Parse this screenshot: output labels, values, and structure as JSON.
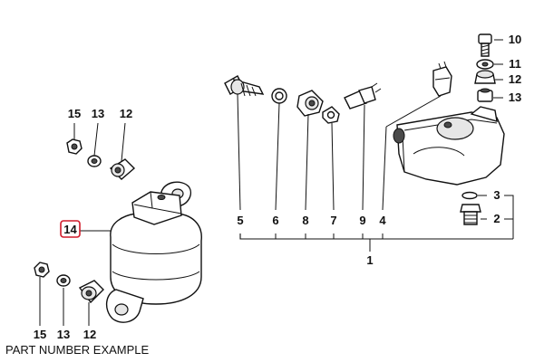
{
  "labels": {
    "l15_top": "15",
    "l13_top": "13",
    "l12_top": "12",
    "l14": "14",
    "l15_bot": "15",
    "l13_bot": "13",
    "l12_bot": "12",
    "l5": "5",
    "l6": "6",
    "l8": "8",
    "l7": "7",
    "l9": "9",
    "l4": "4",
    "l1": "1",
    "l10": "10",
    "l11": "11",
    "l12_r": "12",
    "l13_r": "13",
    "l3": "3",
    "l2": "2"
  },
  "caption": "PART NUMBER EXAMPLE",
  "colors": {
    "highlight": "#d11a2a",
    "ink": "#111111"
  }
}
